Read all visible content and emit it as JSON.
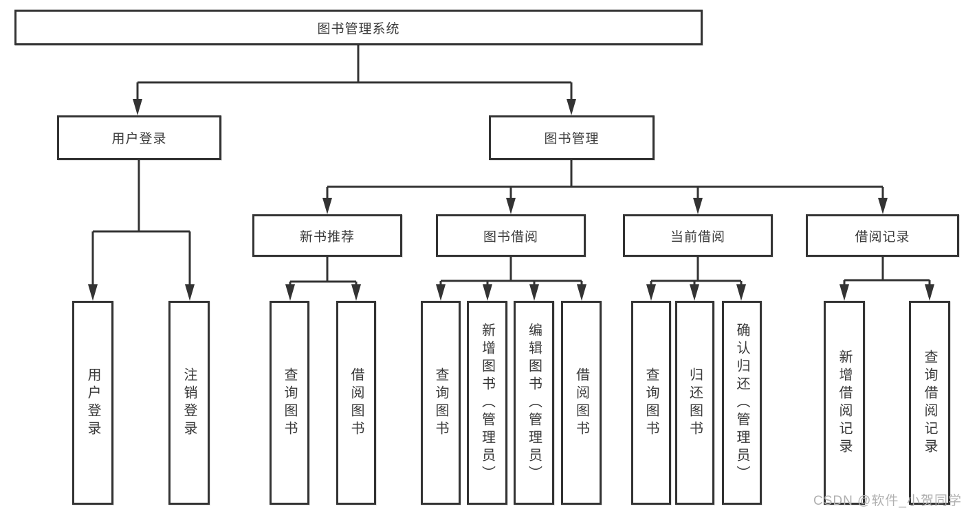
{
  "diagram": {
    "root": "图书管理系统",
    "user_login": {
      "label": "用户登录",
      "children": [
        "用户登录",
        "注销登录"
      ]
    },
    "book_mgmt": {
      "label": "图书管理",
      "sections": [
        {
          "label": "新书推荐",
          "children": [
            "查询图书",
            "借阅图书"
          ]
        },
        {
          "label": "图书借阅",
          "children": [
            "查询图书",
            "新增图书（管理员）",
            "编辑图书（管理员）",
            "借阅图书"
          ]
        },
        {
          "label": "当前借阅",
          "children": [
            "查询图书",
            "归还图书",
            "确认归还（管理员）"
          ]
        },
        {
          "label": "借阅记录",
          "children": [
            "新增借阅记录",
            "查询借阅记录"
          ]
        }
      ]
    }
  },
  "watermark": "CSDN @软件_小贺同学",
  "colors": {
    "line": "#333333",
    "text": "#3a3a3a",
    "background": "#ffffff",
    "watermark": "#b0b0b0"
  }
}
